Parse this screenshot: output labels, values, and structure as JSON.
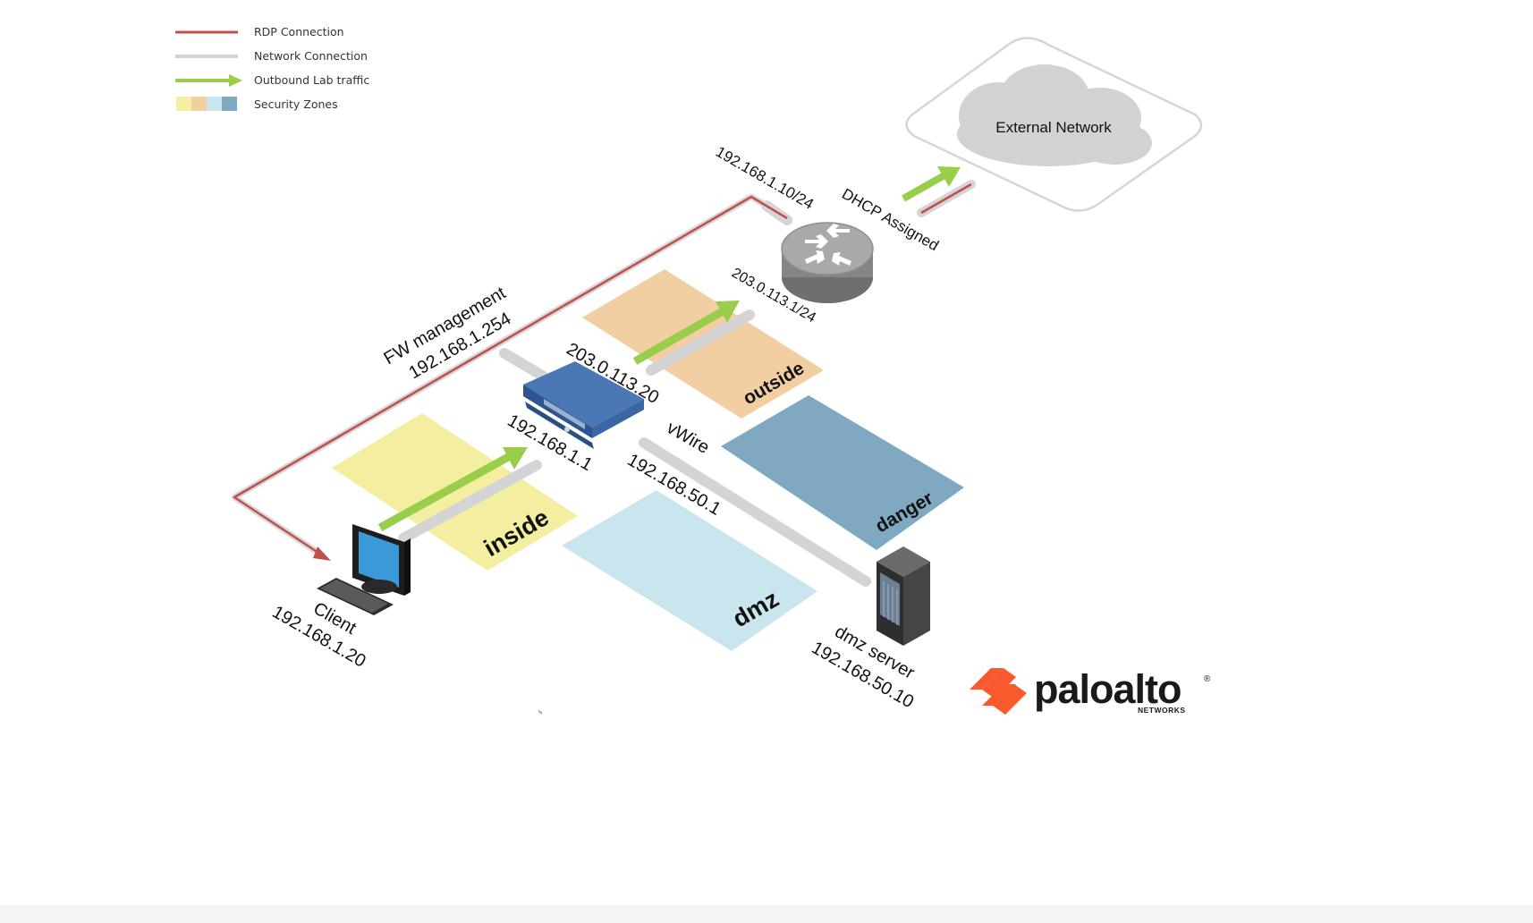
{
  "legend": {
    "items": [
      {
        "label": "RDP Connection",
        "color": "#c0504d"
      },
      {
        "label": "Network Connection",
        "color": "#d0d0d0"
      },
      {
        "label": "Outbound Lab traffic",
        "color": "#9acd4c"
      },
      {
        "label": "Security Zones",
        "colors": [
          "#f4efa0",
          "#f2cfa3",
          "#c9e6ef",
          "#7fa9c0"
        ]
      }
    ]
  },
  "nodes": {
    "external_network": "External Network",
    "router_upper_ip": "192.168.1.10/24",
    "dhcp": "DHCP Assigned",
    "router_lower_ip": "203.0.113.1/24",
    "fw_management": "FW management",
    "fw_management_ip": "192.168.1.254",
    "fw_outside_ip": "203.0.113.20",
    "fw_inside_ip": "192.168.1.1",
    "vwire": "vWire",
    "fw_dmz_ip": "192.168.50.1",
    "client": "Client",
    "client_ip": "192.168.1.20",
    "dmz_server": "dmz server",
    "dmz_server_ip": "192.168.50.10"
  },
  "zones": {
    "inside": "inside",
    "outside": "outside",
    "danger": "danger",
    "dmz": "dmz"
  },
  "logo": {
    "text": "paloalto",
    "registered": "®",
    "sub": "NETWORKS"
  },
  "colors": {
    "rdp": "#c0504d",
    "network": "#d4d4d4",
    "outbound": "#9acd4c",
    "zone_inside": "#f4efa0",
    "zone_outside": "#f2cfa3",
    "zone_dmz": "#c9e6ef",
    "zone_danger": "#7fa9c0",
    "brand_orange": "#fa582d",
    "firewall_blue": "#3d6ba8"
  }
}
